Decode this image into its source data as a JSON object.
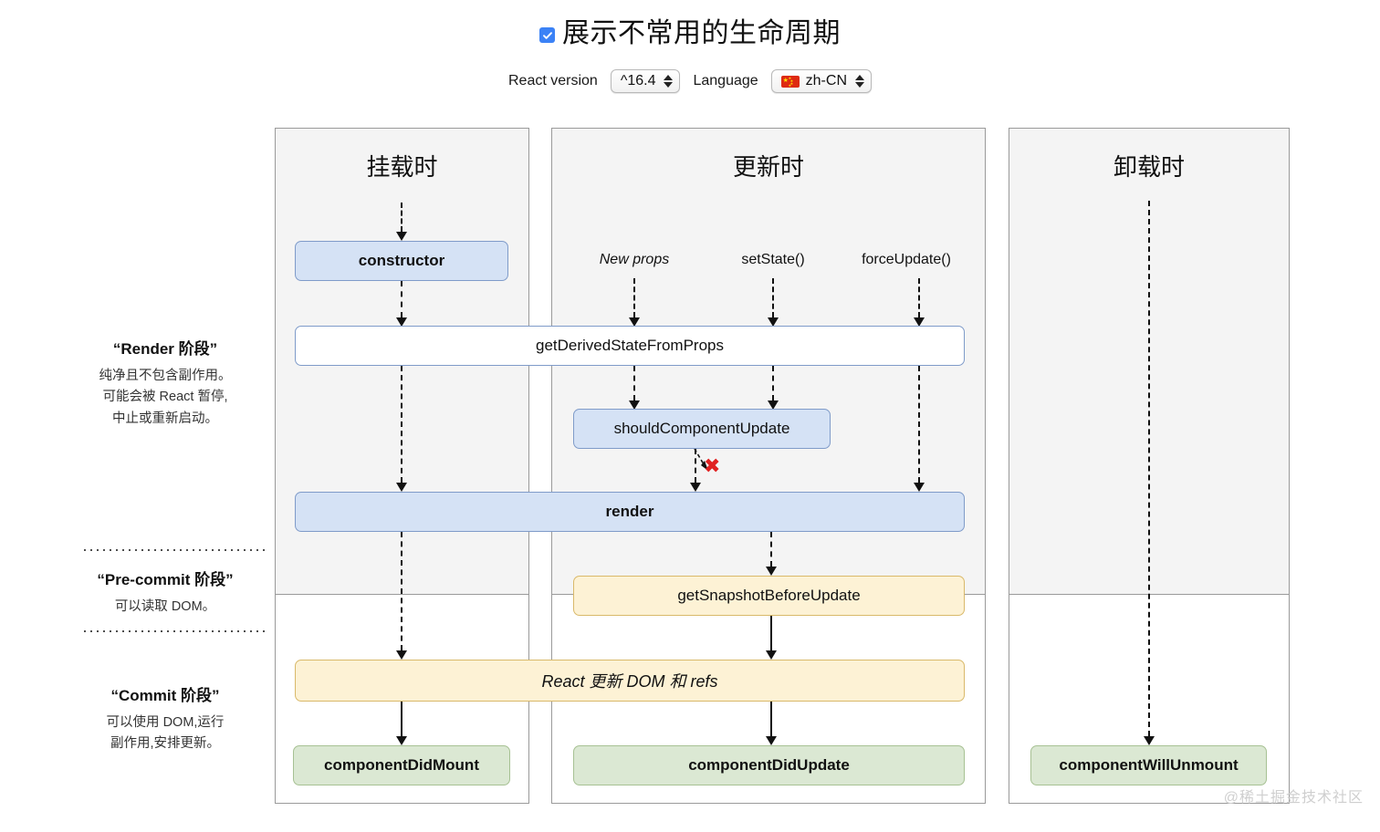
{
  "header": {
    "checkbox_checked": true,
    "checkbox_icon": "check-icon",
    "title": "展示不常用的生命周期",
    "react_version_label": "React version",
    "react_version_value": "^16.4",
    "language_label": "Language",
    "language_value": "zh-CN",
    "language_flag_icon": "flag-cn-icon",
    "stepper_icon": "stepper-updown-icon"
  },
  "legend": {
    "phases": [
      {
        "title": "“Render 阶段”",
        "desc_lines": [
          "纯净且不包含副作用。",
          "可能会被 React 暂停,",
          "中止或重新启动。"
        ]
      },
      {
        "title": "“Pre-commit 阶段”",
        "desc_lines": [
          "可以读取 DOM。"
        ]
      },
      {
        "title": "“Commit 阶段”",
        "desc_lines": [
          "可以使用 DOM,运行",
          "副作用,安排更新。"
        ]
      }
    ]
  },
  "columns": [
    {
      "name": "mounting",
      "title": "挂载时"
    },
    {
      "name": "updating",
      "title": "更新时"
    },
    {
      "name": "unmounting",
      "title": "卸载时"
    }
  ],
  "triggers": [
    {
      "label": "New props",
      "italic": true
    },
    {
      "label": "setState()",
      "italic": false
    },
    {
      "label": "forceUpdate()",
      "italic": false
    }
  ],
  "boxes": {
    "constructor": "constructor",
    "get_derived_state_from_props": "getDerivedStateFromProps",
    "should_component_update": "shouldComponentUpdate",
    "render": "render",
    "get_snapshot_before_update": "getSnapshotBeforeUpdate",
    "react_updates_dom": "React 更新 DOM 和 refs",
    "component_did_mount": "componentDidMount",
    "component_did_update": "componentDidUpdate",
    "component_will_unmount": "componentWillUnmount"
  },
  "annotations": {
    "skip_render_mark": "✖"
  },
  "watermark": "@稀土掘金技术社区",
  "colors": {
    "blue_fill": "#d5e2f5",
    "blue_border": "#7f9bc9",
    "yellow_fill": "#fdf2d5",
    "yellow_border": "#d9b96a",
    "green_fill": "#dbe8d3",
    "green_border": "#a7c193",
    "panel_gray": "#f4f4f4",
    "panel_border": "#9a9a9a",
    "accent_checkbox": "#3b82f6",
    "red_x": "#e02020"
  }
}
